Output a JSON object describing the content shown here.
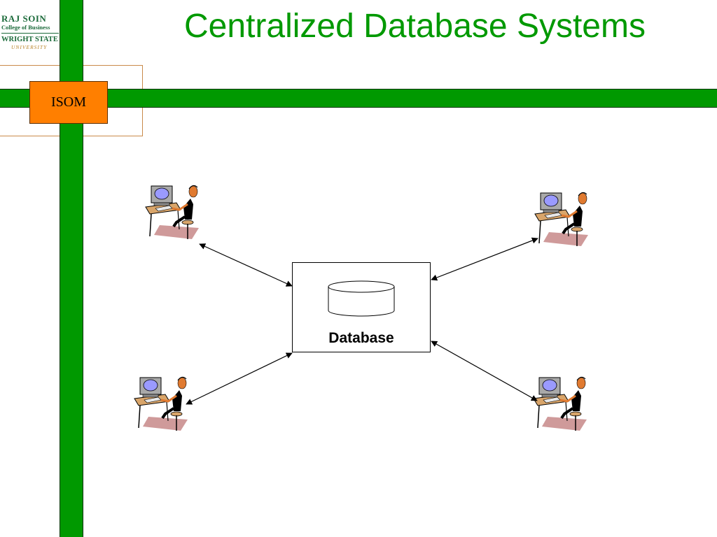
{
  "logo": {
    "line1": "RAJ SOIN",
    "line2": "College of Business",
    "line3": "WRIGHT STATE",
    "line4": "UNIVERSITY"
  },
  "header": {
    "badge": "ISOM",
    "title": "Centralized Database Systems"
  },
  "diagram": {
    "center_label": "Database",
    "workstations": [
      {
        "id": "top-left"
      },
      {
        "id": "top-right"
      },
      {
        "id": "bottom-left"
      },
      {
        "id": "bottom-right"
      }
    ],
    "connectors": [
      {
        "from": "Database",
        "to": "top-left",
        "bidirectional": true
      },
      {
        "from": "Database",
        "to": "top-right",
        "bidirectional": true
      },
      {
        "from": "Database",
        "to": "bottom-left",
        "bidirectional": true
      },
      {
        "from": "Database",
        "to": "bottom-right",
        "bidirectional": true
      }
    ]
  },
  "colors": {
    "frame_green": "#009900",
    "badge_orange": "#ff7f00",
    "title_green": "#009900"
  }
}
